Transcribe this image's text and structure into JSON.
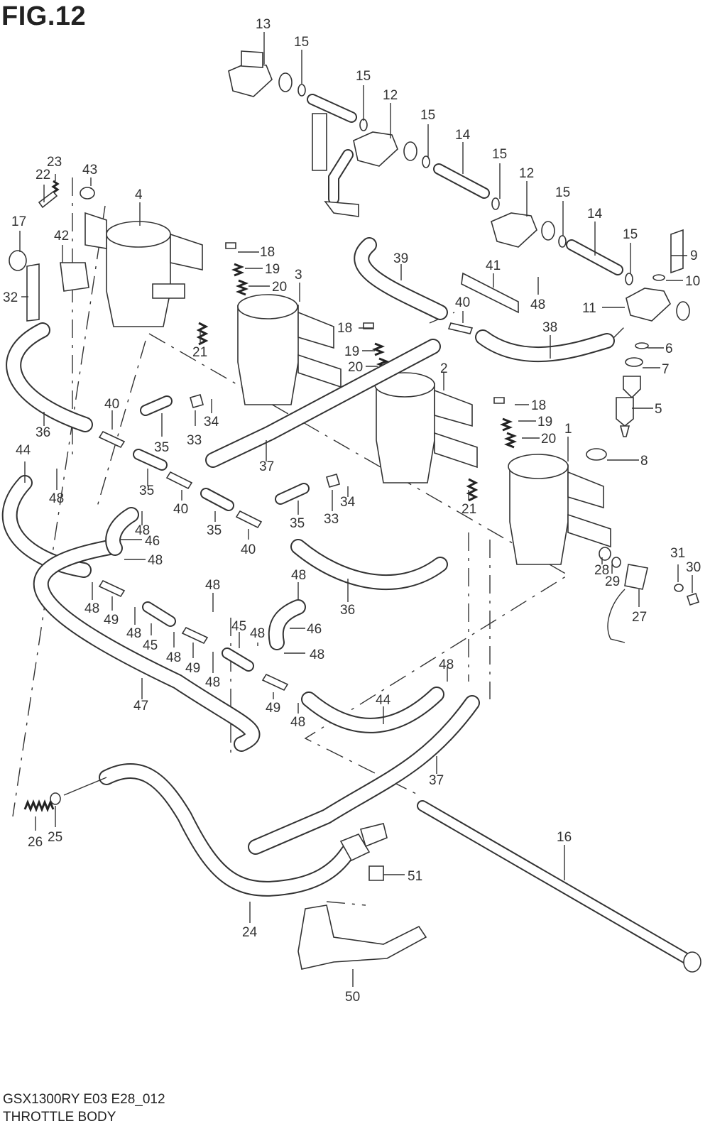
{
  "header": {
    "figure_title": "FIG.12"
  },
  "footer": {
    "model_code": "GSX1300RY  E03  E28_012",
    "section_name": "THROTTLE BODY"
  },
  "callouts": [
    {
      "id": "c1",
      "text": "13"
    },
    {
      "id": "c2",
      "text": "15"
    },
    {
      "id": "c3",
      "text": "15"
    },
    {
      "id": "c4",
      "text": "12"
    },
    {
      "id": "c5",
      "text": "15"
    },
    {
      "id": "c6",
      "text": "14"
    },
    {
      "id": "c7",
      "text": "15"
    },
    {
      "id": "c8",
      "text": "12"
    },
    {
      "id": "c9",
      "text": "15"
    },
    {
      "id": "c10",
      "text": "14"
    },
    {
      "id": "c11",
      "text": "15"
    },
    {
      "id": "c12",
      "text": "9"
    },
    {
      "id": "c13",
      "text": "10"
    },
    {
      "id": "c14",
      "text": "11"
    },
    {
      "id": "c15",
      "text": "23"
    },
    {
      "id": "c16",
      "text": "22"
    },
    {
      "id": "c17",
      "text": "43"
    },
    {
      "id": "c18",
      "text": "4"
    },
    {
      "id": "c19",
      "text": "17"
    },
    {
      "id": "c20",
      "text": "42"
    },
    {
      "id": "c21",
      "text": "32"
    },
    {
      "id": "c22",
      "text": "18"
    },
    {
      "id": "c23",
      "text": "19"
    },
    {
      "id": "c24",
      "text": "20"
    },
    {
      "id": "c25",
      "text": "3"
    },
    {
      "id": "c26",
      "text": "39"
    },
    {
      "id": "c27",
      "text": "41"
    },
    {
      "id": "c28",
      "text": "48"
    },
    {
      "id": "c29",
      "text": "40"
    },
    {
      "id": "c30",
      "text": "38"
    },
    {
      "id": "c31",
      "text": "21"
    },
    {
      "id": "c32",
      "text": "18"
    },
    {
      "id": "c33",
      "text": "19"
    },
    {
      "id": "c34",
      "text": "20"
    },
    {
      "id": "c35",
      "text": "6"
    },
    {
      "id": "c36",
      "text": "7"
    },
    {
      "id": "c37",
      "text": "2"
    },
    {
      "id": "c38",
      "text": "5"
    },
    {
      "id": "c39",
      "text": "18"
    },
    {
      "id": "c40",
      "text": "19"
    },
    {
      "id": "c41",
      "text": "20"
    },
    {
      "id": "c42",
      "text": "1"
    },
    {
      "id": "c43",
      "text": "8"
    },
    {
      "id": "c44",
      "text": "36"
    },
    {
      "id": "c45",
      "text": "40"
    },
    {
      "id": "c46",
      "text": "35"
    },
    {
      "id": "c47",
      "text": "33"
    },
    {
      "id": "c48",
      "text": "34"
    },
    {
      "id": "c49",
      "text": "44"
    },
    {
      "id": "c50",
      "text": "48"
    },
    {
      "id": "c51",
      "text": "37"
    },
    {
      "id": "c52",
      "text": "35"
    },
    {
      "id": "c53",
      "text": "40"
    },
    {
      "id": "c54",
      "text": "35"
    },
    {
      "id": "c55",
      "text": "40"
    },
    {
      "id": "c56",
      "text": "48"
    },
    {
      "id": "c57",
      "text": "46"
    },
    {
      "id": "c58",
      "text": "48"
    },
    {
      "id": "c59",
      "text": "35"
    },
    {
      "id": "c60",
      "text": "33"
    },
    {
      "id": "c61",
      "text": "34"
    },
    {
      "id": "c62",
      "text": "21"
    },
    {
      "id": "c63",
      "text": "36"
    },
    {
      "id": "c64",
      "text": "31"
    },
    {
      "id": "c65",
      "text": "30"
    },
    {
      "id": "c66",
      "text": "28"
    },
    {
      "id": "c67",
      "text": "29"
    },
    {
      "id": "c68",
      "text": "27"
    },
    {
      "id": "c69",
      "text": "48"
    },
    {
      "id": "c70",
      "text": "49"
    },
    {
      "id": "c71",
      "text": "48"
    },
    {
      "id": "c72",
      "text": "45"
    },
    {
      "id": "c73",
      "text": "48"
    },
    {
      "id": "c74",
      "text": "49"
    },
    {
      "id": "c75",
      "text": "48"
    },
    {
      "id": "c76",
      "text": "48"
    },
    {
      "id": "c77",
      "text": "45"
    },
    {
      "id": "c78",
      "text": "48"
    },
    {
      "id": "c79",
      "text": "48"
    },
    {
      "id": "c80",
      "text": "46"
    },
    {
      "id": "c81",
      "text": "48"
    },
    {
      "id": "c82",
      "text": "49"
    },
    {
      "id": "c83",
      "text": "48"
    },
    {
      "id": "c84",
      "text": "48"
    },
    {
      "id": "c85",
      "text": "44"
    },
    {
      "id": "c86",
      "text": "47"
    },
    {
      "id": "c87",
      "text": "37"
    },
    {
      "id": "c88",
      "text": "16"
    },
    {
      "id": "c89",
      "text": "26"
    },
    {
      "id": "c90",
      "text": "25"
    },
    {
      "id": "c91",
      "text": "51"
    },
    {
      "id": "c92",
      "text": "24"
    },
    {
      "id": "c93",
      "text": "50"
    }
  ]
}
